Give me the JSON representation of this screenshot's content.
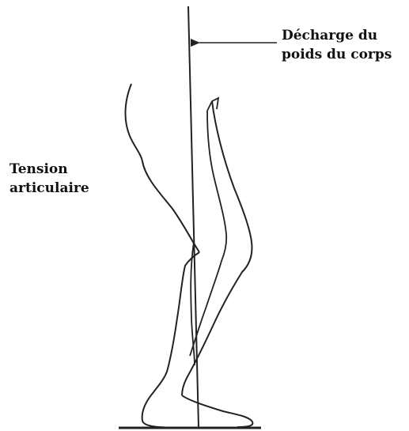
{
  "labels": {
    "load_line": [
      "Décharge du",
      "poids du corps"
    ],
    "joint_tension": [
      "Tension",
      "articulaire"
    ]
  },
  "colors": {
    "line": "#222222",
    "background": "#ffffff"
  }
}
